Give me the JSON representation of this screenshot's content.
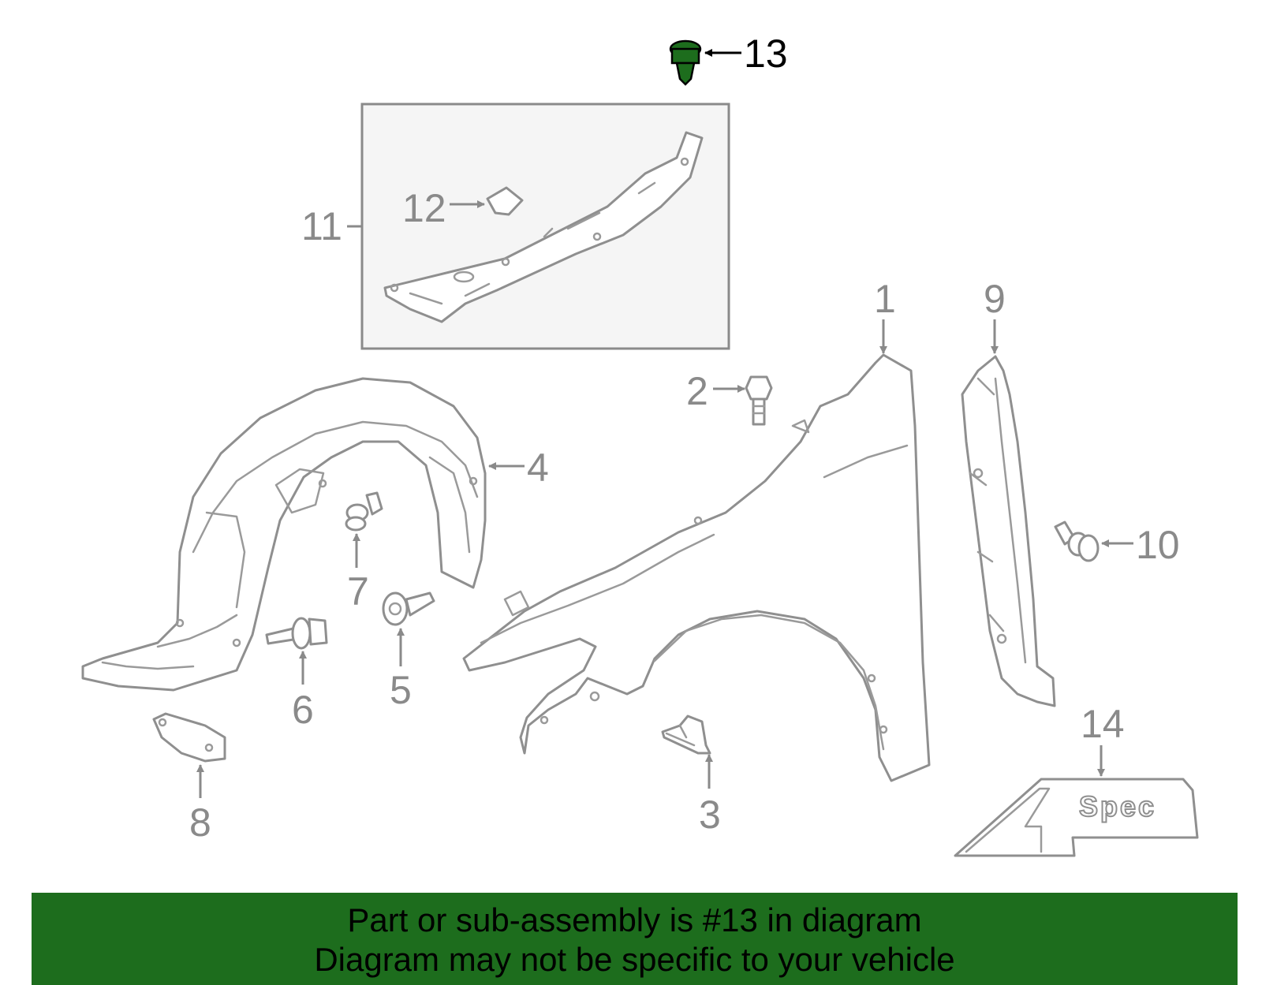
{
  "callouts": {
    "c1": "1",
    "c2": "2",
    "c3": "3",
    "c4": "4",
    "c5": "5",
    "c6": "6",
    "c7": "7",
    "c8": "8",
    "c9": "9",
    "c10": "10",
    "c11": "11",
    "c12": "12",
    "c13": "13",
    "c14": "14"
  },
  "highlight": {
    "part_number": "13",
    "color": "#1d6d1d"
  },
  "emblem_text": "Spec",
  "banner": {
    "line1": "Part or sub-assembly is #13 in diagram",
    "line2": "Diagram may not be specific to your vehicle",
    "background": "#1d6d1d"
  }
}
